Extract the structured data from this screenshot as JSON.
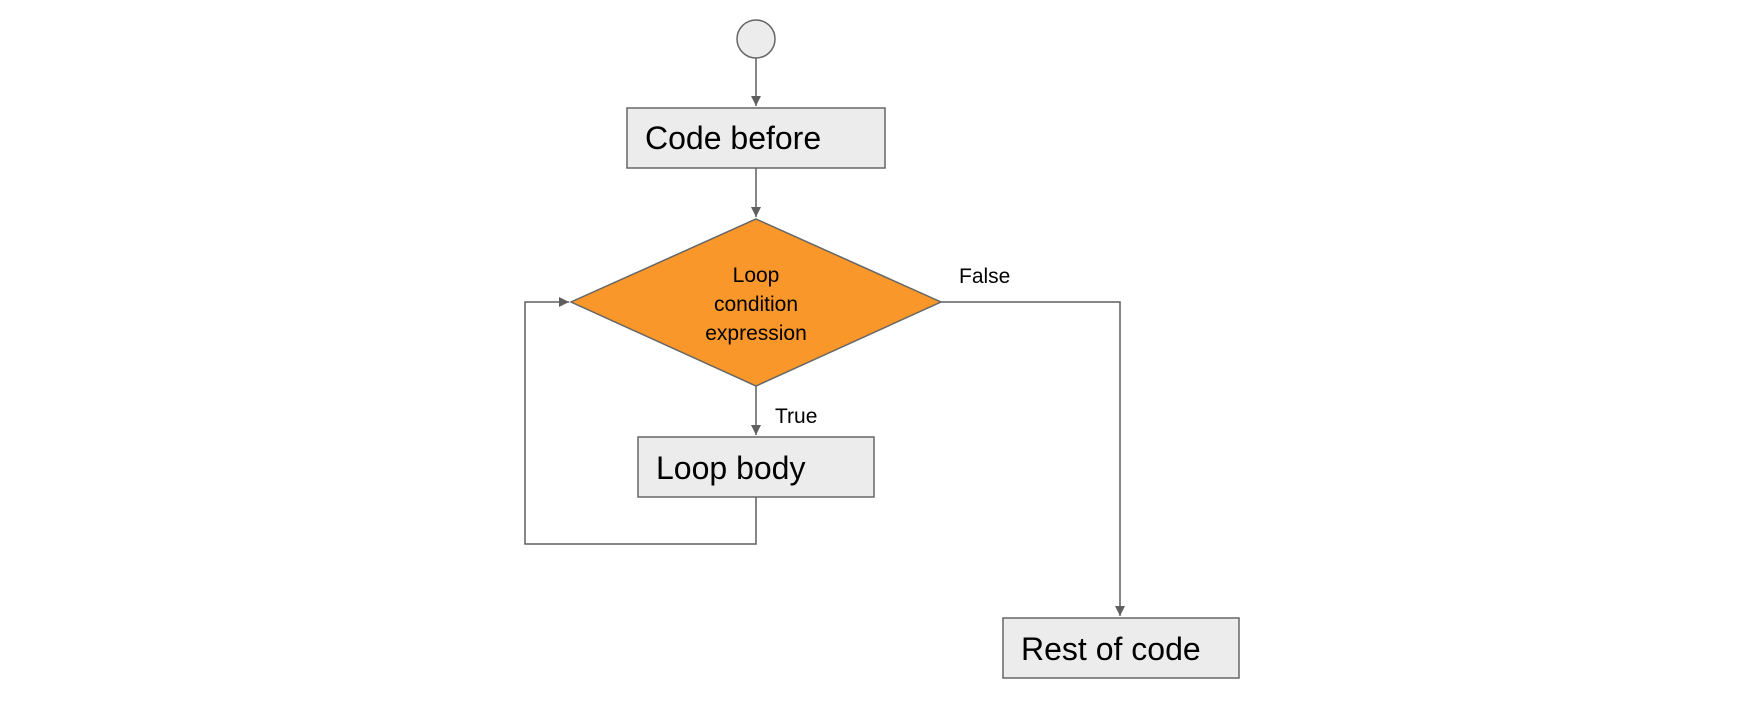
{
  "diagram": {
    "nodes": {
      "start": {
        "kind": "start-circle"
      },
      "code_before": {
        "label": "Code before"
      },
      "condition": {
        "line1": "Loop",
        "line2": "condition",
        "line3": "expression"
      },
      "loop_body": {
        "label": "Loop body"
      },
      "rest_of_code": {
        "label": "Rest of code"
      }
    },
    "edges": {
      "true_label": "True",
      "false_label": "False"
    },
    "colors": {
      "box_fill": "#ececec",
      "stroke": "#666666",
      "decision_fill": "#f9972a",
      "start_fill": "#ececec"
    }
  }
}
